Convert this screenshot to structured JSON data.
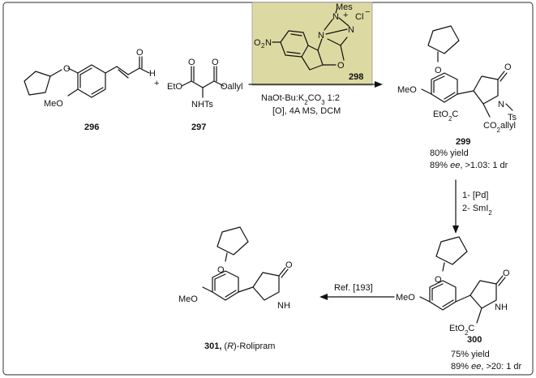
{
  "compounds": {
    "c296": "296",
    "c297": "297",
    "c298": "298",
    "c299": "299",
    "c300": "300",
    "c301": "301,",
    "rolipram_a": "(",
    "rolipram_r": "R",
    "rolipram_b": ")-Rolipram"
  },
  "atoms": {
    "o": "O",
    "meo": "MeO",
    "h": "H",
    "eto": "EtO",
    "oallyl": "Oallyl",
    "nhts": "NHTs",
    "n": "N",
    "nh": "NH",
    "ts": "Ts",
    "o2n": "O",
    "o2n_2": "2",
    "o2n_n": "N",
    "mes": "Mes",
    "cl": "Cl",
    "minus": "−",
    "plus": "+",
    "etoc_a": "EtO",
    "etoc_2": "2",
    "etoc_c": "C",
    "co2allyl_a": "CO",
    "co2allyl_2": "2",
    "co2allyl_b": "allyl",
    "plus_sign": "+"
  },
  "conditions": {
    "line1": "NaOt-Bu:K",
    "line1_sub": "2",
    "line1_b": "CO",
    "line1_sub2": "3",
    "line1_c": " 1:2",
    "line2": "[O], 4A MS, DCM",
    "step1": "1- [Pd]",
    "step2": "2- SmI",
    "step2_sub": "2",
    "ref": "Ref. [193]"
  },
  "results": {
    "y299": "80% yield",
    "ee299_a": "89% ",
    "ee299_ee": "ee",
    "ee299_b": ", >1.03: 1 dr",
    "y300": "75% yield",
    "ee300_a": "89% ",
    "ee300_ee": "ee",
    "ee300_b": ", >20: 1 dr"
  },
  "colors": {
    "catalyst_box": "#ddd9a2",
    "border": "#555555",
    "ink": "#111111"
  }
}
